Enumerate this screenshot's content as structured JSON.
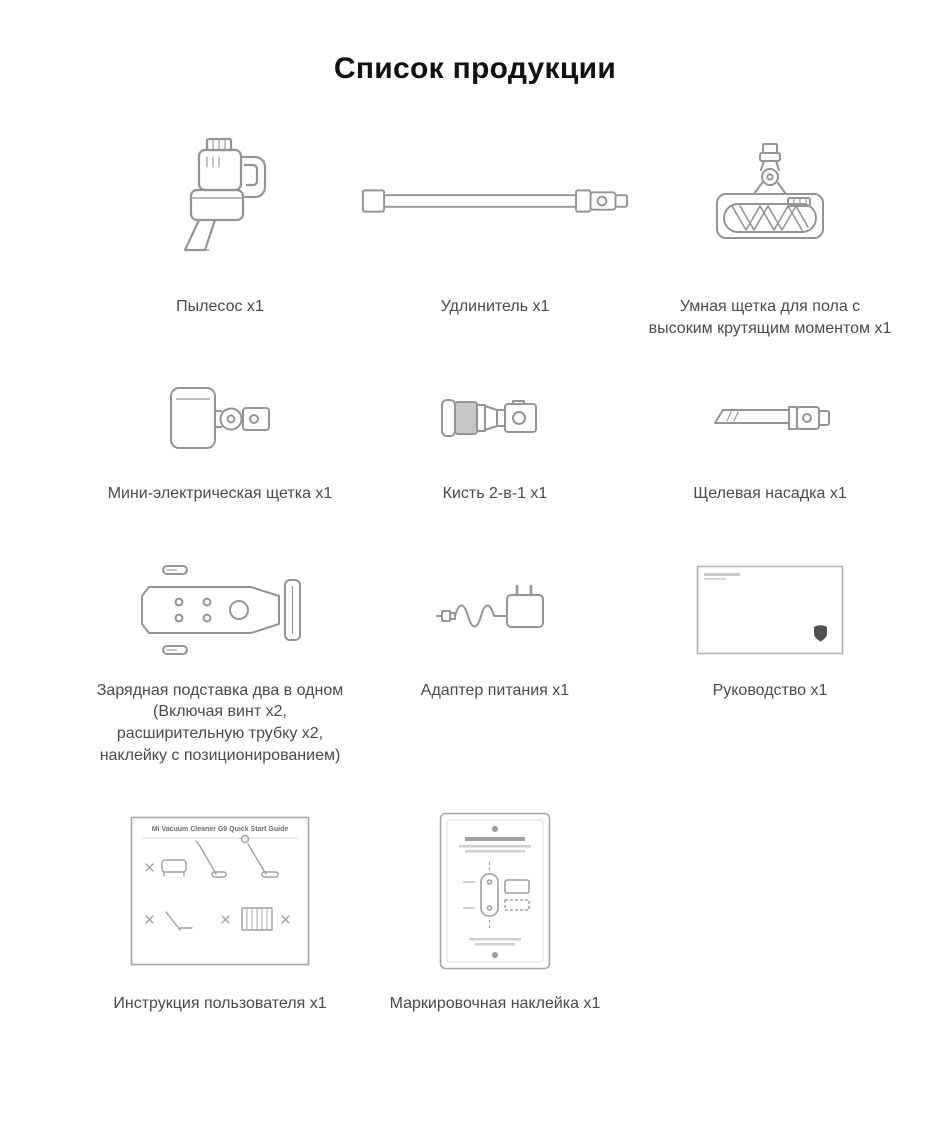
{
  "page_title": "Список продукции",
  "items": [
    {
      "id": "vacuum",
      "label": "Пылесос x1"
    },
    {
      "id": "extension-tube",
      "label": "Удлинитель x1"
    },
    {
      "id": "floor-brush",
      "label": "Умная щетка для пола с\nвысоким крутящим моментом x1"
    },
    {
      "id": "mini-electric-brush",
      "label": "Мини-электрическая щетка x1"
    },
    {
      "id": "brush-2in1",
      "label": "Кисть 2-в-1 x1"
    },
    {
      "id": "crevice-nozzle",
      "label": "Щелевая насадка x1"
    },
    {
      "id": "charging-dock",
      "label": "Зарядная подставка два в одном\n(Включая винт x2,\nрасширительную трубку x2,\nнаклейку с позиционированием)"
    },
    {
      "id": "power-adapter",
      "label": "Адаптер питания x1"
    },
    {
      "id": "manual",
      "label": "Руководство x1"
    },
    {
      "id": "user-guide",
      "label": "Инструкция пользователя x1",
      "sheet_title": "Mi Vacuum Cleaner G9 Quick Start Guide"
    },
    {
      "id": "marking-sticker",
      "label": "Маркировочная наклейка x1"
    }
  ],
  "colors": {
    "line": "#949494",
    "label": "#4a4a4a",
    "title": "#111111"
  }
}
